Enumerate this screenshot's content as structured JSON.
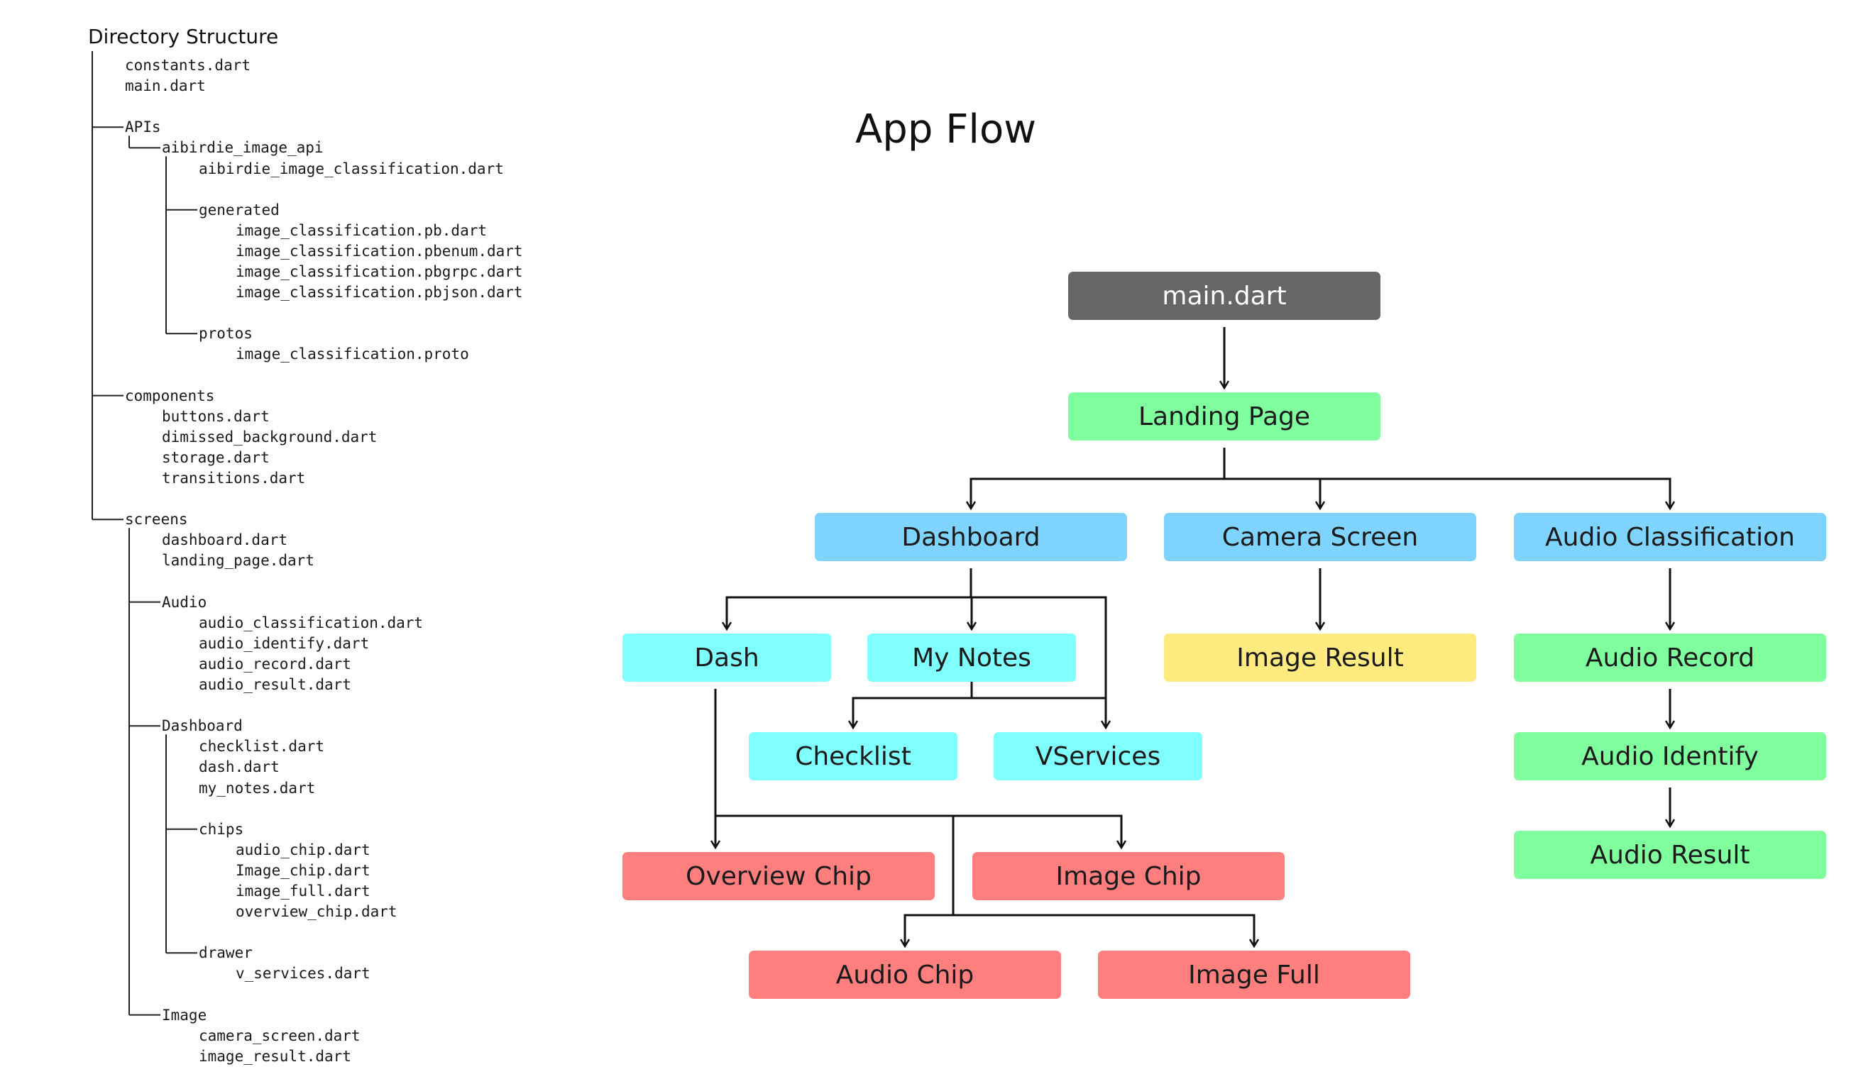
{
  "directory": {
    "title": "Directory Structure",
    "items": [
      {
        "label": "constants.dart",
        "depth": 1
      },
      {
        "label": "main.dart",
        "depth": 1
      },
      {
        "label": "",
        "depth": 0
      },
      {
        "label": "APIs",
        "depth": 1,
        "folder": true
      },
      {
        "label": "aibirdie_image_api",
        "depth": 2,
        "folder": true
      },
      {
        "label": "aibirdie_image_classification.dart",
        "depth": 3
      },
      {
        "label": "",
        "depth": 0
      },
      {
        "label": "generated",
        "depth": 3,
        "folder": true
      },
      {
        "label": "image_classification.pb.dart",
        "depth": 4
      },
      {
        "label": "image_classification.pbenum.dart",
        "depth": 4
      },
      {
        "label": "image_classification.pbgrpc.dart",
        "depth": 4
      },
      {
        "label": "image_classification.pbjson.dart",
        "depth": 4
      },
      {
        "label": "",
        "depth": 0
      },
      {
        "label": "protos",
        "depth": 3,
        "folder": true
      },
      {
        "label": "image_classification.proto",
        "depth": 4
      },
      {
        "label": "",
        "depth": 0
      },
      {
        "label": "components",
        "depth": 1,
        "folder": true
      },
      {
        "label": "buttons.dart",
        "depth": 2
      },
      {
        "label": "dimissed_background.dart",
        "depth": 2
      },
      {
        "label": "storage.dart",
        "depth": 2
      },
      {
        "label": "transitions.dart",
        "depth": 2
      },
      {
        "label": "",
        "depth": 0
      },
      {
        "label": "screens",
        "depth": 1,
        "folder": true
      },
      {
        "label": "dashboard.dart",
        "depth": 2
      },
      {
        "label": "landing_page.dart",
        "depth": 2
      },
      {
        "label": "",
        "depth": 0
      },
      {
        "label": "Audio",
        "depth": 2,
        "folder": true
      },
      {
        "label": "audio_classification.dart",
        "depth": 3
      },
      {
        "label": "audio_identify.dart",
        "depth": 3
      },
      {
        "label": "audio_record.dart",
        "depth": 3
      },
      {
        "label": "audio_result.dart",
        "depth": 3
      },
      {
        "label": "",
        "depth": 0
      },
      {
        "label": "Dashboard",
        "depth": 2,
        "folder": true
      },
      {
        "label": "checklist.dart",
        "depth": 3
      },
      {
        "label": "dash.dart",
        "depth": 3
      },
      {
        "label": "my_notes.dart",
        "depth": 3
      },
      {
        "label": "",
        "depth": 0
      },
      {
        "label": "chips",
        "depth": 3,
        "folder": true
      },
      {
        "label": "audio_chip.dart",
        "depth": 4
      },
      {
        "label": "Image_chip.dart",
        "depth": 4
      },
      {
        "label": "image_full.dart",
        "depth": 4
      },
      {
        "label": "overview_chip.dart",
        "depth": 4
      },
      {
        "label": "",
        "depth": 0
      },
      {
        "label": "drawer",
        "depth": 3,
        "folder": true
      },
      {
        "label": "v_services.dart",
        "depth": 4
      },
      {
        "label": "",
        "depth": 0
      },
      {
        "label": "Image",
        "depth": 2,
        "folder": true
      },
      {
        "label": "camera_screen.dart",
        "depth": 3
      },
      {
        "label": "image_result.dart",
        "depth": 3
      }
    ]
  },
  "flow": {
    "title": "App Flow",
    "colors": {
      "entry": "#666666",
      "green": "#80ff9f",
      "blue": "#7fd4ff",
      "cyan": "#80ffff",
      "yellow": "#ffeb7f",
      "red": "#ff7f7f",
      "edge": "#111111"
    },
    "nodes": [
      {
        "id": "main",
        "label": "main.dart",
        "color": "entry"
      },
      {
        "id": "landing",
        "label": "Landing Page",
        "color": "green"
      },
      {
        "id": "dashboard",
        "label": "Dashboard",
        "color": "blue"
      },
      {
        "id": "camera",
        "label": "Camera Screen",
        "color": "blue"
      },
      {
        "id": "audioclass",
        "label": "Audio Classification",
        "color": "blue"
      },
      {
        "id": "dash",
        "label": "Dash",
        "color": "cyan"
      },
      {
        "id": "mynotes",
        "label": "My Notes",
        "color": "cyan"
      },
      {
        "id": "checklist",
        "label": "Checklist",
        "color": "cyan"
      },
      {
        "id": "vservices",
        "label": "VServices",
        "color": "cyan"
      },
      {
        "id": "imageresult",
        "label": "Image Result",
        "color": "yellow"
      },
      {
        "id": "audiorecord",
        "label": "Audio Record",
        "color": "green"
      },
      {
        "id": "audioidentify",
        "label": "Audio Identify",
        "color": "green"
      },
      {
        "id": "audioresult",
        "label": "Audio Result",
        "color": "green"
      },
      {
        "id": "overview",
        "label": "Overview Chip",
        "color": "red"
      },
      {
        "id": "imagechip",
        "label": "Image Chip",
        "color": "red"
      },
      {
        "id": "audiochip",
        "label": "Audio Chip",
        "color": "red"
      },
      {
        "id": "imagefull",
        "label": "Image Full",
        "color": "red"
      }
    ],
    "edges": [
      {
        "from": "main",
        "to": "landing"
      },
      {
        "from": "landing",
        "to": "dashboard"
      },
      {
        "from": "landing",
        "to": "camera"
      },
      {
        "from": "landing",
        "to": "audioclass"
      },
      {
        "from": "dashboard",
        "to": "dash"
      },
      {
        "from": "dashboard",
        "to": "mynotes"
      },
      {
        "from": "dashboard",
        "to": "vservices"
      },
      {
        "from": "mynotes",
        "to": "checklist"
      },
      {
        "from": "mynotes",
        "to": "vservices"
      },
      {
        "from": "camera",
        "to": "imageresult"
      },
      {
        "from": "audioclass",
        "to": "audiorecord"
      },
      {
        "from": "audiorecord",
        "to": "audioidentify"
      },
      {
        "from": "audioidentify",
        "to": "audioresult"
      },
      {
        "from": "dash",
        "to": "overview"
      },
      {
        "from": "dash",
        "to": "imagechip"
      },
      {
        "from": "dash",
        "to": "audiochip"
      },
      {
        "from": "dash",
        "to": "imagefull"
      }
    ]
  }
}
